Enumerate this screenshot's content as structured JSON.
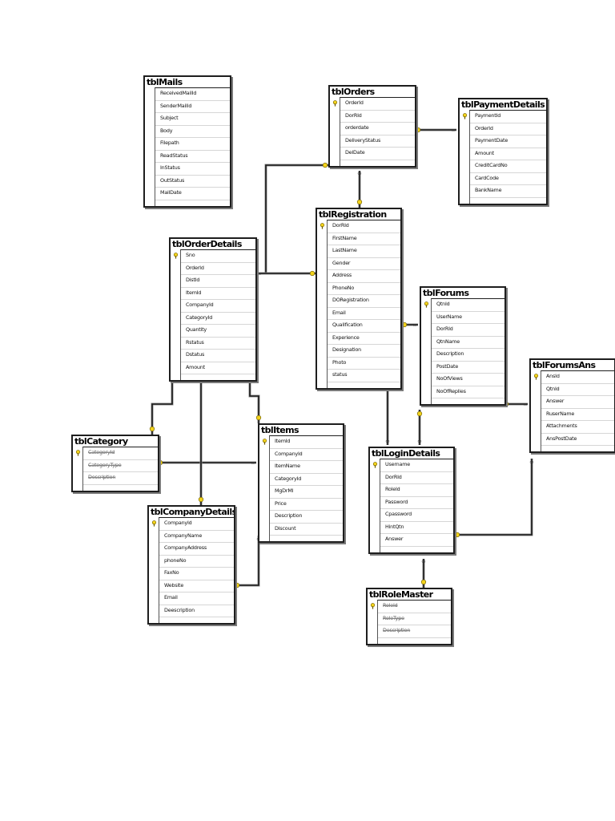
{
  "tables": [
    {
      "id": "tblMails",
      "title": "tblMails",
      "columns": [
        {
          "name": "ReceivedMailId"
        },
        {
          "name": "SenderMailId"
        },
        {
          "name": "Subject"
        },
        {
          "name": "Body"
        },
        {
          "name": "Filepath"
        },
        {
          "name": "ReadStatus"
        },
        {
          "name": "InStatus"
        },
        {
          "name": "OutStatus"
        },
        {
          "name": "MailDate"
        }
      ]
    },
    {
      "id": "tblOrders",
      "title": "tblOrders",
      "columns": [
        {
          "name": "OrderId",
          "pk": true
        },
        {
          "name": "DorRId"
        },
        {
          "name": "orderdate"
        },
        {
          "name": "DeliveryStatus"
        },
        {
          "name": "DelDate"
        }
      ]
    },
    {
      "id": "tblPaymentDetails",
      "title": "tblPaymentDetails",
      "columns": [
        {
          "name": "PaymentId",
          "pk": true
        },
        {
          "name": "OrderId"
        },
        {
          "name": "PaymentDate"
        },
        {
          "name": "Amount"
        },
        {
          "name": "CreditCardNo"
        },
        {
          "name": "CardCode"
        },
        {
          "name": "BankName"
        }
      ]
    },
    {
      "id": "tblRegistration",
      "title": "tblRegistration",
      "columns": [
        {
          "name": "DorRId",
          "pk": true
        },
        {
          "name": "FirstName"
        },
        {
          "name": "LastName"
        },
        {
          "name": "Gender"
        },
        {
          "name": "Address"
        },
        {
          "name": "PhoneNo"
        },
        {
          "name": "DORegistration"
        },
        {
          "name": "Email"
        },
        {
          "name": "Qualification"
        },
        {
          "name": "Experience"
        },
        {
          "name": "Designation"
        },
        {
          "name": "Photo"
        },
        {
          "name": "status"
        }
      ]
    },
    {
      "id": "tblOrderDetails",
      "title": "tblOrderDetails",
      "columns": [
        {
          "name": "Sno",
          "pk": true
        },
        {
          "name": "OrderId"
        },
        {
          "name": "DistId"
        },
        {
          "name": "ItemId"
        },
        {
          "name": "CompanyId"
        },
        {
          "name": "CategoryId"
        },
        {
          "name": "Quantity"
        },
        {
          "name": "Rstatus"
        },
        {
          "name": "Dstatus"
        },
        {
          "name": "Amount"
        }
      ]
    },
    {
      "id": "tblForums",
      "title": "tblForums",
      "columns": [
        {
          "name": "QtnId",
          "pk": true
        },
        {
          "name": "UserName"
        },
        {
          "name": "DorRId"
        },
        {
          "name": "QtnName"
        },
        {
          "name": "Description"
        },
        {
          "name": "PostDate"
        },
        {
          "name": "NoOfViews"
        },
        {
          "name": "NoOfReplies"
        }
      ]
    },
    {
      "id": "tblForumsAns",
      "title": "tblForumsAns",
      "columns": [
        {
          "name": "AnsId",
          "pk": true
        },
        {
          "name": "QtnId"
        },
        {
          "name": "Answer"
        },
        {
          "name": "RuserName"
        },
        {
          "name": "Attachments"
        },
        {
          "name": "AnsPostDate"
        }
      ]
    },
    {
      "id": "tblCategory",
      "title": "tblCategory",
      "columns": [
        {
          "name": "CategoryId",
          "pk": true,
          "muddled": true
        },
        {
          "name": "CategoryType",
          "muddled": true
        },
        {
          "name": "Description",
          "muddled": true
        }
      ]
    },
    {
      "id": "tblItems",
      "title": "tblItems",
      "columns": [
        {
          "name": "ItemId",
          "pk": true
        },
        {
          "name": "CompanyId"
        },
        {
          "name": "ItemName"
        },
        {
          "name": "CategoryId"
        },
        {
          "name": "MgDrMl"
        },
        {
          "name": "Price"
        },
        {
          "name": "Description"
        },
        {
          "name": "Discount"
        }
      ]
    },
    {
      "id": "tblLoginDetails",
      "title": "tblLoginDetails",
      "columns": [
        {
          "name": "Username",
          "pk": true
        },
        {
          "name": "DorRId"
        },
        {
          "name": "RoleId"
        },
        {
          "name": "Password"
        },
        {
          "name": "Cpassword"
        },
        {
          "name": "HintQtn"
        },
        {
          "name": "Answer"
        }
      ]
    },
    {
      "id": "tblCompanyDetails",
      "title": "tblCompanyDetails",
      "columns": [
        {
          "name": "CompanyId",
          "pk": true
        },
        {
          "name": "CompanyName"
        },
        {
          "name": "CompanyAddress"
        },
        {
          "name": "phoneNo"
        },
        {
          "name": "FaxNo"
        },
        {
          "name": "Website"
        },
        {
          "name": "Email"
        },
        {
          "name": "Deescription"
        }
      ]
    },
    {
      "id": "tblRoleMaster",
      "title": "tblRoleMaster",
      "columns": [
        {
          "name": "RoleId",
          "pk": true,
          "muddled": true
        },
        {
          "name": "RoleType",
          "muddled": true
        },
        {
          "name": "Description",
          "muddled": true
        }
      ]
    }
  ],
  "relationships": [
    {
      "from": "tblOrders",
      "to": "tblPaymentDetails"
    },
    {
      "from": "tblOrders",
      "to": "tblOrderDetails"
    },
    {
      "from": "tblRegistration",
      "to": "tblOrders"
    },
    {
      "from": "tblRegistration",
      "to": "tblOrderDetails"
    },
    {
      "from": "tblRegistration",
      "to": "tblForums"
    },
    {
      "from": "tblRegistration",
      "to": "tblLoginDetails"
    },
    {
      "from": "tblForums",
      "to": "tblForumsAns"
    },
    {
      "from": "tblForums",
      "to": "tblLoginDetails"
    },
    {
      "from": "tblLoginDetails",
      "to": "tblForumsAns"
    },
    {
      "from": "tblRoleMaster",
      "to": "tblLoginDetails"
    },
    {
      "from": "tblCategory",
      "to": "tblOrderDetails"
    },
    {
      "from": "tblCategory",
      "to": "tblItems"
    },
    {
      "from": "tblCompanyDetails",
      "to": "tblOrderDetails"
    },
    {
      "from": "tblItems",
      "to": "tblOrderDetails"
    },
    {
      "from": "tblCompanyDetails",
      "to": "tblItems"
    }
  ],
  "colors": {
    "key": "#f2d21b",
    "line": "#1a1a1a",
    "border": "#1e1e1e"
  }
}
